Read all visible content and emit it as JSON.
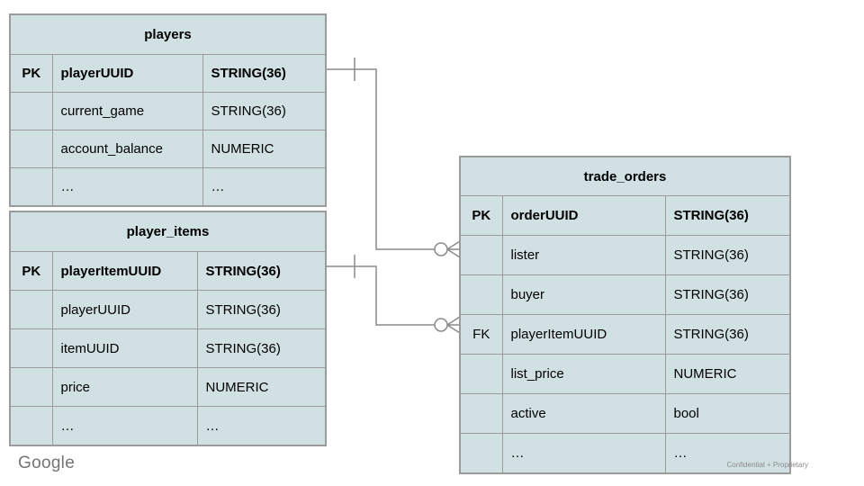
{
  "slide": {
    "kind": "entity-relationship-diagram",
    "footer": {
      "brand": "Google",
      "note": "Confidential + Proprietary"
    }
  },
  "colors": {
    "background": "#ffffff",
    "table_fill": "#d0e0e3",
    "table_border": "#9b9b9b",
    "relationship_line": "#8a8a8a",
    "text": "#000000",
    "footer_text": "#747474"
  },
  "tables": [
    {
      "title": "players",
      "rows": [
        {
          "key": "PK",
          "name": "playerUUID",
          "type": "STRING(36)",
          "bold": true
        },
        {
          "key": "",
          "name": "current_game",
          "type": "STRING(36)",
          "bold": false
        },
        {
          "key": "",
          "name": "account_balance",
          "type": "NUMERIC",
          "bold": false
        },
        {
          "key": "",
          "name": "…",
          "type": "…",
          "bold": false
        }
      ]
    },
    {
      "title": "player_items",
      "rows": [
        {
          "key": "PK",
          "name": "playerItemUUID",
          "type": "STRING(36)",
          "bold": true
        },
        {
          "key": "",
          "name": "playerUUID",
          "type": "STRING(36)",
          "bold": false
        },
        {
          "key": "",
          "name": "itemUUID",
          "type": "STRING(36)",
          "bold": false
        },
        {
          "key": "",
          "name": "price",
          "type": "NUMERIC",
          "bold": false
        },
        {
          "key": "",
          "name": "…",
          "type": "…",
          "bold": false
        }
      ]
    },
    {
      "title": "trade_orders",
      "rows": [
        {
          "key": "PK",
          "name": "orderUUID",
          "type": "STRING(36)",
          "bold": true
        },
        {
          "key": "",
          "name": "lister",
          "type": "STRING(36)",
          "bold": false
        },
        {
          "key": "",
          "name": "buyer",
          "type": "STRING(36)",
          "bold": false
        },
        {
          "key": "FK",
          "name": "playerItemUUID",
          "type": "STRING(36)",
          "bold": false
        },
        {
          "key": "",
          "name": "list_price",
          "type": "NUMERIC",
          "bold": false
        },
        {
          "key": "",
          "name": "active",
          "type": "bool",
          "bold": false
        },
        {
          "key": "",
          "name": "…",
          "type": "…",
          "bold": false
        }
      ]
    }
  ],
  "relationships": [
    {
      "from_table": "players",
      "from_field": "playerUUID",
      "to_table": "trade_orders",
      "to_field": "lister",
      "from_cardinality": "one",
      "to_cardinality": "zero-or-many"
    },
    {
      "from_table": "player_items",
      "from_field": "playerItemUUID",
      "to_table": "trade_orders",
      "to_field": "playerItemUUID",
      "from_cardinality": "one",
      "to_cardinality": "zero-or-many"
    }
  ]
}
